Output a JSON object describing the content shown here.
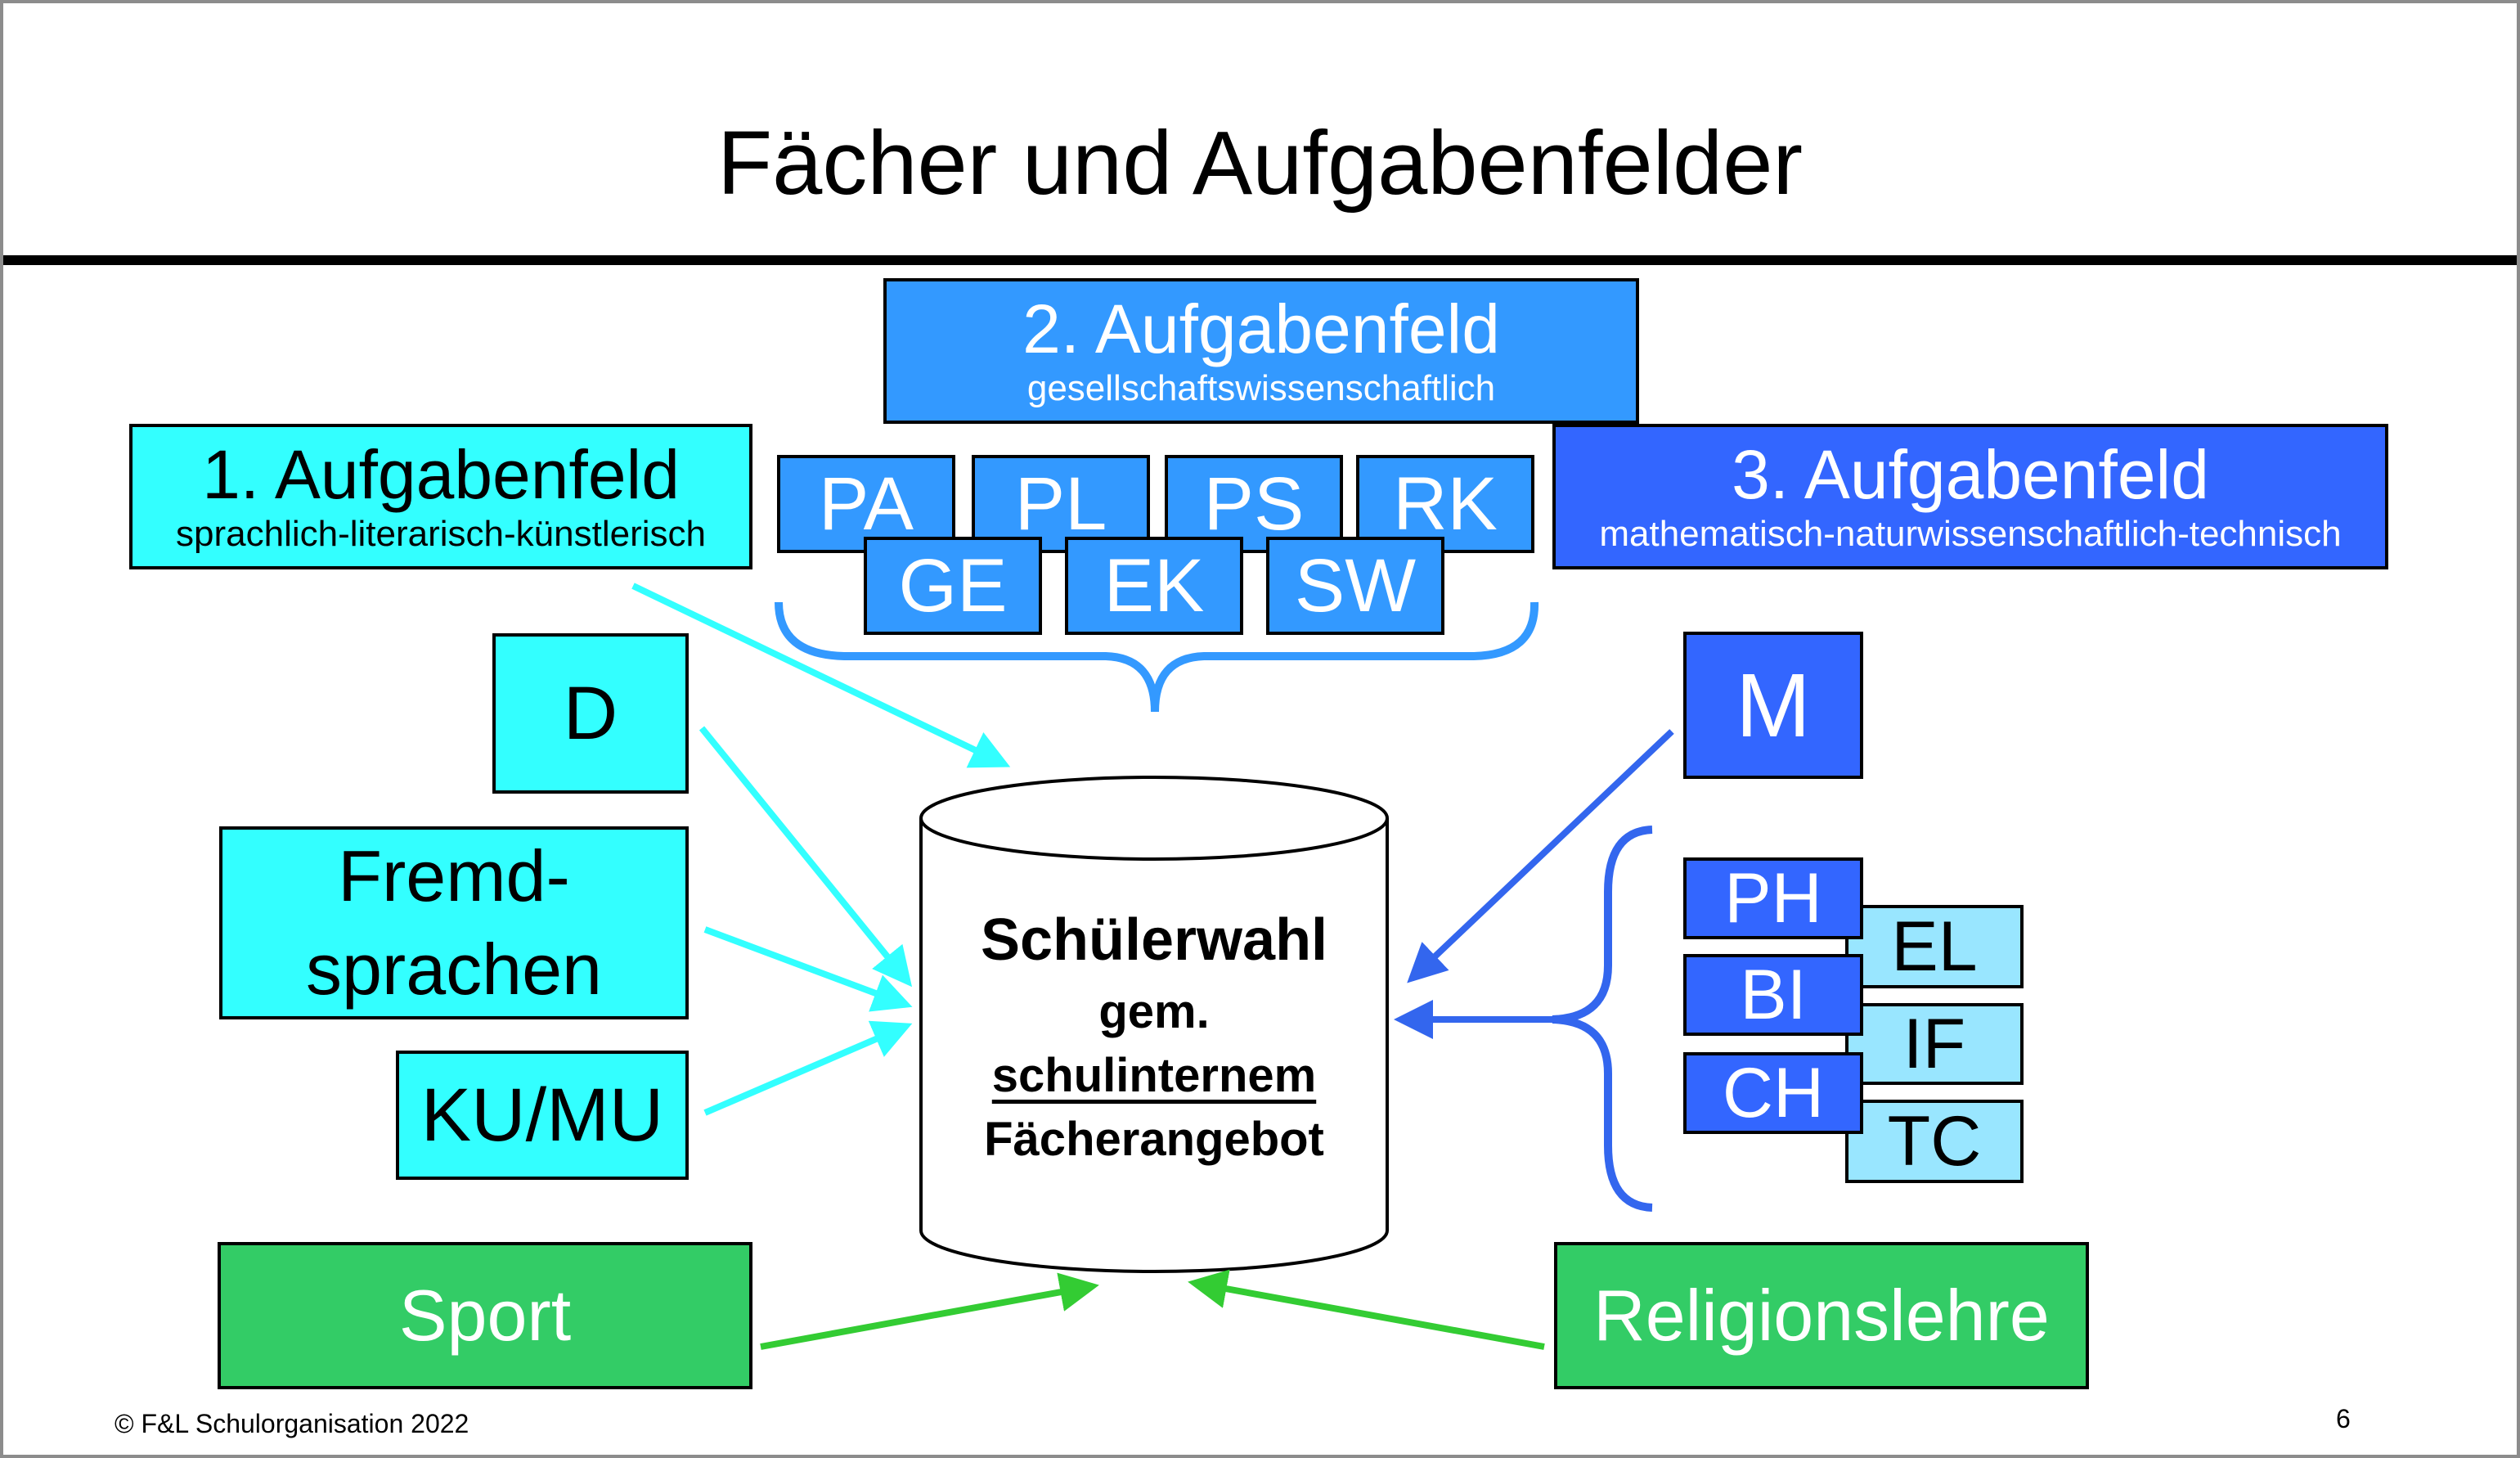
{
  "title": "Fächer und Aufgabenfelder",
  "fields": {
    "field1": {
      "title": "1. Aufgabenfeld",
      "subtitle": "sprachlich-literarisch-künstlerisch"
    },
    "field2": {
      "title": "2. Aufgabenfeld",
      "subtitle": "gesellschaftswissenschaftlich"
    },
    "field3": {
      "title": "3. Aufgabenfeld",
      "subtitle": "mathematisch-naturwissenschaftlich-technisch"
    }
  },
  "subjects": {
    "field1": [
      "D",
      "Fremd-\nsprachen",
      "KU/MU"
    ],
    "field2_row1": [
      "PA",
      "PL",
      "PS",
      "RK"
    ],
    "field2_row2": [
      "GE",
      "EK",
      "SW"
    ],
    "field3_main": "M",
    "field3_sciences": [
      "PH",
      "BI",
      "CH"
    ],
    "field3_other": [
      "EL",
      "IF",
      "TC"
    ],
    "other": [
      "Sport",
      "Religionslehre"
    ]
  },
  "center": {
    "line1": "Schülerwahl",
    "line2": "gem.",
    "line3": "schulinternem",
    "line4": "Fächerangebot"
  },
  "colors": {
    "field1": "#33ffff",
    "field2": "#3399ff",
    "field3": "#3366ff",
    "field3_light": "#99e6ff",
    "other": "#33cc66",
    "arrow_field1": "#33ffff",
    "arrow_field2": "#3399ff",
    "arrow_field3": "#3366ee",
    "arrow_other": "#33cc33"
  },
  "footer": {
    "copyright": "©  F&L Schulorganisation 2022",
    "page": "6"
  }
}
